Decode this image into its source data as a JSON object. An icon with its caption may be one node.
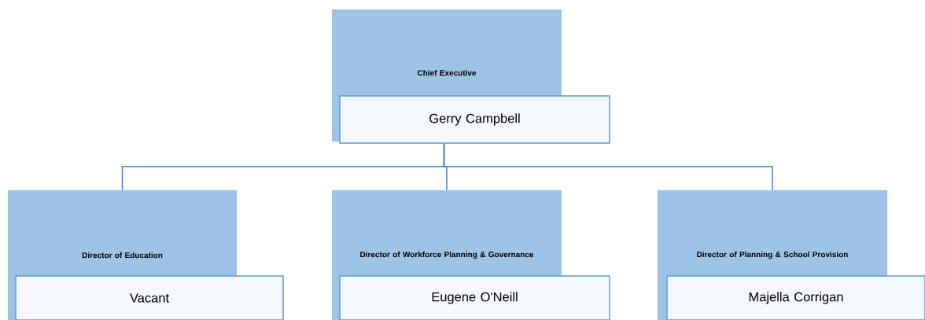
{
  "diagram": {
    "nodes": [
      {
        "text": [
          "Chief Executive"
        ]
      },
      {
        "text": [
          "Gerry Campbell"
        ]
      },
      {
        "text": [
          "Director of Education"
        ]
      },
      {
        "text": [
          "Vacant"
        ]
      },
      {
        "text": [
          "Director of Workforce Planning & Governance"
        ]
      },
      {
        "text": [
          "Eugene O'Neill"
        ]
      },
      {
        "text": [
          "Director of Planning & School Provision"
        ]
      },
      {
        "text": [
          "Majella Corrigan"
        ]
      }
    ],
    "edges": [
      {
        "from": 1,
        "to": 2,
        "arrow": "none"
      },
      {
        "from": 1,
        "to": 4,
        "arrow": "none"
      },
      {
        "from": 1,
        "to": 6,
        "arrow": "none"
      }
    ]
  }
}
